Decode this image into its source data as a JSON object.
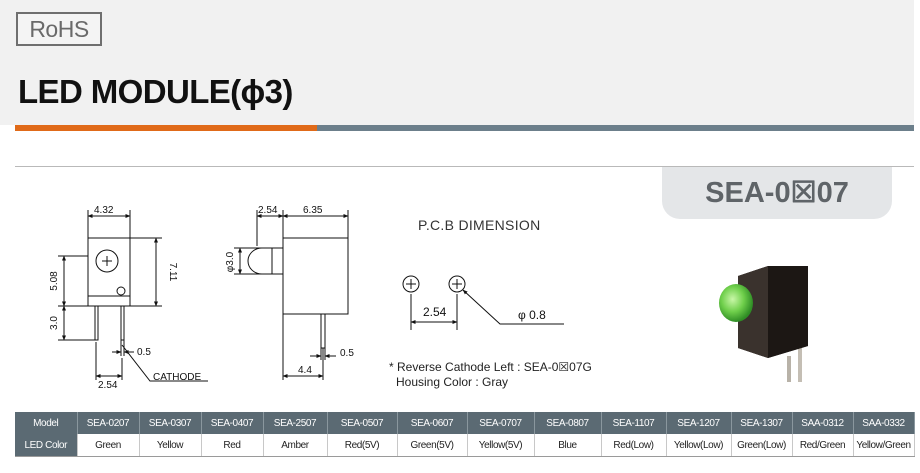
{
  "header": {
    "logo_text": "RoHS",
    "title": "LED MODULE(ϕ3)"
  },
  "model_tab": {
    "label": "SEA-0☒07"
  },
  "drawing": {
    "front_width": "4.32",
    "height_total": "7.11",
    "dim_508": "5.08",
    "dim_30_front": "3.0",
    "dim_05_front": "0.5",
    "dim_254_front": "2.54",
    "cathode_label": "CATHODE",
    "side_254": "2.54",
    "side_635": "6.35",
    "phi_30": "φ3.0",
    "side_44": "4.4",
    "side_05": "0.5"
  },
  "pcb": {
    "title": "P.C.B DIMENSION",
    "pitch": "2.54",
    "hole": "φ 0.8"
  },
  "notes": {
    "line1": "* Reverse Cathode Left : SEA-0☒07G",
    "line2": "Housing Color : Gray"
  },
  "colors": {
    "accent_orange": "#e06a19",
    "accent_grey": "#6c7f8b",
    "table_header": "#5b6a73",
    "led_green": "#6fcf4b",
    "housing": "#2b2522"
  },
  "table": {
    "row_labels": [
      "Model",
      "LED Color"
    ],
    "models": [
      "SEA-0207",
      "SEA-0307",
      "SEA-0407",
      "SEA-2507",
      "SEA-0507",
      "SEA-0607",
      "SEA-0707",
      "SEA-0807",
      "SEA-1107",
      "SEA-1207",
      "SEA-1307",
      "SAA-0312",
      "SAA-0332"
    ],
    "led_colors": [
      "Green",
      "Yellow",
      "Red",
      "Amber",
      "Red(5V)",
      "Green(5V)",
      "Yellow(5V)",
      "Blue",
      "Red(Low)",
      "Yellow(Low)",
      "Green(Low)",
      "Red/Green",
      "Yellow/Green"
    ]
  }
}
